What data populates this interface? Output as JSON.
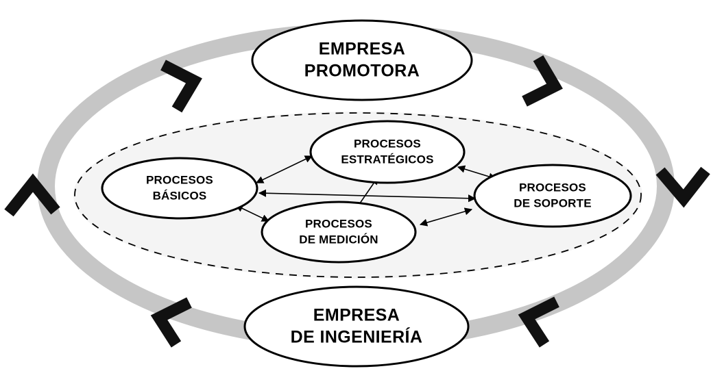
{
  "diagram": {
    "title_text": "",
    "colors": {
      "ring_gray": "#c6c6c6",
      "halo_gray": "#f4f4f4",
      "outline_black": "#000000",
      "canvas_white": "#ffffff"
    },
    "outer_nodes": [
      {
        "id": "empresa-promotora",
        "line1": "EMPRESA",
        "line2": "PROMOTORA",
        "position": "top"
      },
      {
        "id": "empresa-de-ingenieria",
        "line1": "EMPRESA",
        "line2": "DE INGENIERÍA",
        "position": "bottom"
      }
    ],
    "inner_nodes": [
      {
        "id": "procesos-estrategicos",
        "line1": "PROCESOS",
        "line2": "ESTRATÉGICOS",
        "position": "top-center"
      },
      {
        "id": "procesos-basicos",
        "line1": "PROCESOS",
        "line2": "BÁSICOS",
        "position": "left"
      },
      {
        "id": "procesos-de-soporte",
        "line1": "PROCESOS",
        "line2": "DE SOPORTE",
        "position": "right"
      },
      {
        "id": "procesos-de-medicion",
        "line1": "PROCESOS",
        "line2": "DE MEDICIÓN",
        "position": "bottom-center"
      }
    ],
    "ring": {
      "direction": "clockwise",
      "chevron_count": 6,
      "chevron_labels": [
        "chevron-top-left",
        "chevron-top-right",
        "chevron-right",
        "chevron-bottom-right",
        "chevron-bottom-left",
        "chevron-left"
      ]
    },
    "connections": [
      {
        "from": "procesos-basicos",
        "to": "procesos-estrategicos",
        "arrowheads": "both"
      },
      {
        "from": "procesos-estrategicos",
        "to": "procesos-de-soporte",
        "arrowheads": "both"
      },
      {
        "from": "procesos-basicos",
        "to": "procesos-de-soporte",
        "arrowheads": "both"
      },
      {
        "from": "procesos-basicos",
        "to": "procesos-de-medicion",
        "arrowheads": "both"
      },
      {
        "from": "procesos-de-medicion",
        "to": "procesos-estrategicos",
        "arrowheads": "both"
      },
      {
        "from": "procesos-de-medicion",
        "to": "procesos-de-soporte",
        "arrowheads": "both"
      }
    ]
  }
}
